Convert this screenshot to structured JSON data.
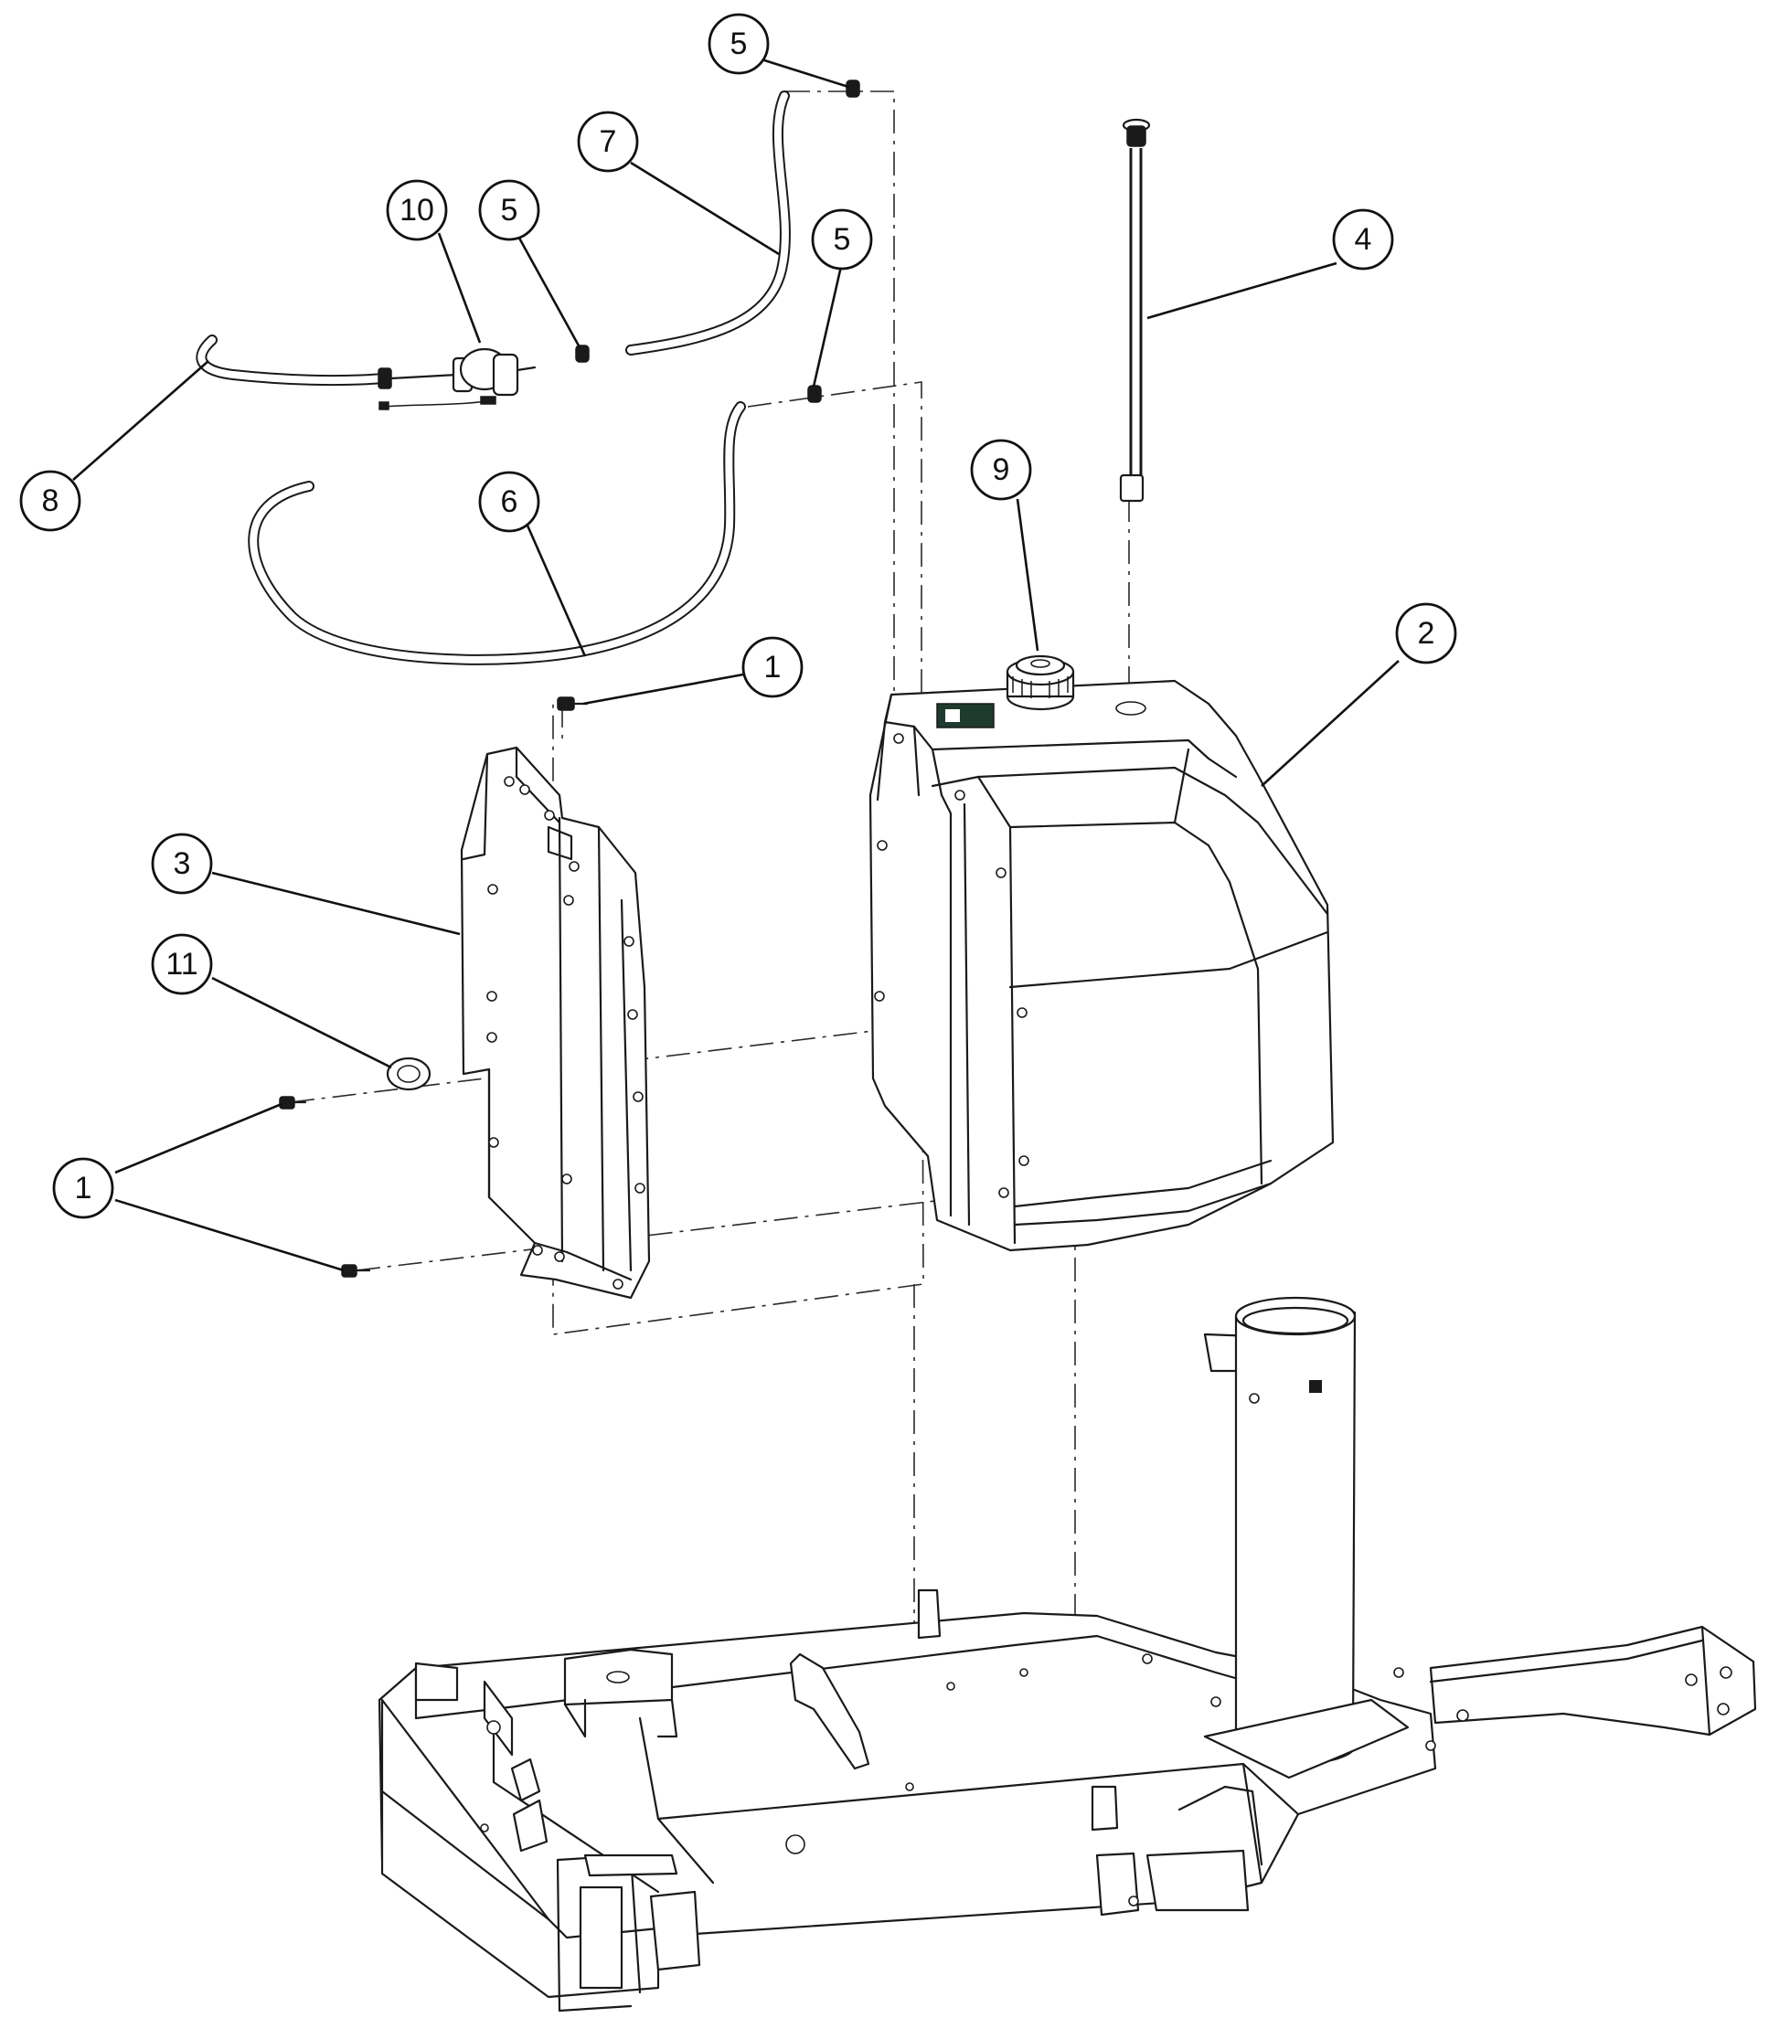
{
  "callouts": [
    {
      "id": "c5a",
      "label": "5"
    },
    {
      "id": "c7",
      "label": "7"
    },
    {
      "id": "c10",
      "label": "10"
    },
    {
      "id": "c5b",
      "label": "5"
    },
    {
      "id": "c5c",
      "label": "5"
    },
    {
      "id": "c4",
      "label": "4"
    },
    {
      "id": "c8",
      "label": "8"
    },
    {
      "id": "c6",
      "label": "6"
    },
    {
      "id": "c9",
      "label": "9"
    },
    {
      "id": "c2",
      "label": "2"
    },
    {
      "id": "c1a",
      "label": "1"
    },
    {
      "id": "c3",
      "label": "3"
    },
    {
      "id": "c11",
      "label": "11"
    },
    {
      "id": "c1b",
      "label": "1"
    }
  ]
}
